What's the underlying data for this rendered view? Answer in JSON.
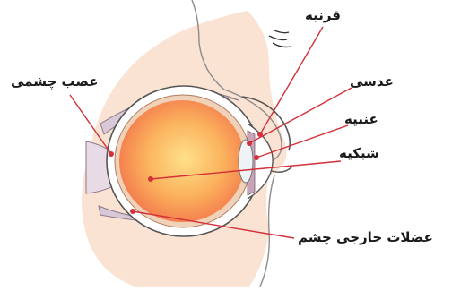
{
  "labels": {
    "cornea": "قرنیه",
    "lens": "عدسی",
    "iris": "عنبیه",
    "retina": "شبکیه",
    "optic_nerve": "عصب چشمی",
    "external_muscles": "عضلات خارجی چشم"
  },
  "colors": {
    "skin": "#fbe3d3",
    "face_outline": "#8c8c8c",
    "sclera_fill": "#ffffff",
    "eye_inner_edge": "#f0d2b8",
    "vitreous_center": "#ffe08a",
    "vitreous_edge": "#f47a4c",
    "leader_line": "#d3303a",
    "muscle": "#d8c8d8"
  }
}
